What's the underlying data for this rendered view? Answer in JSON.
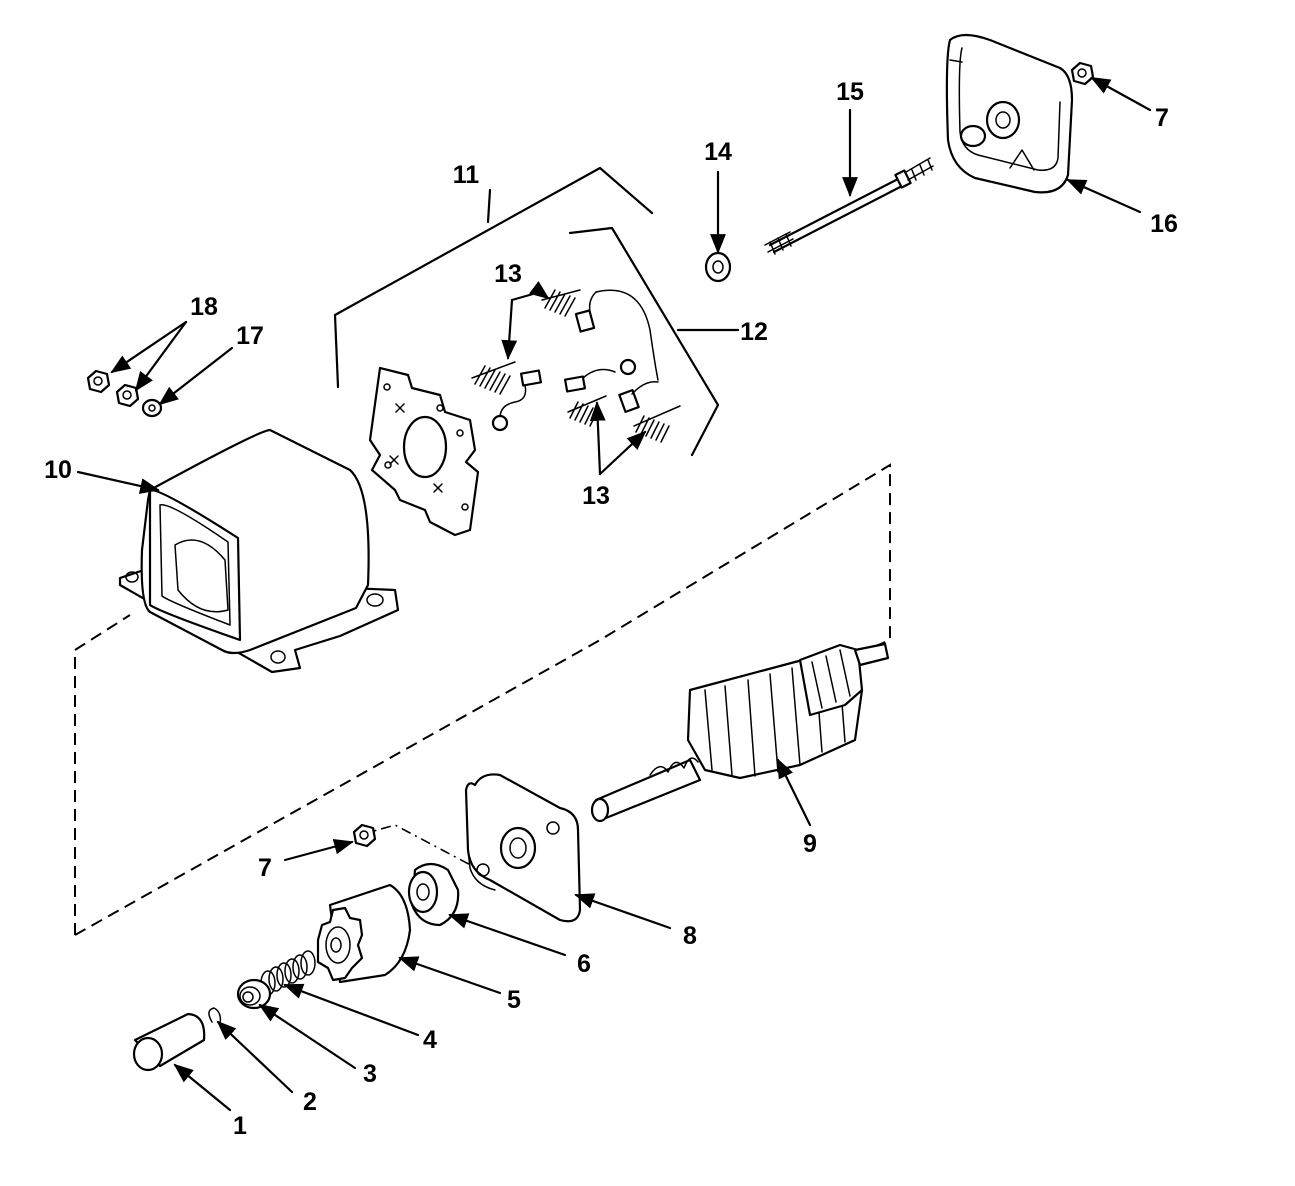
{
  "callouts": {
    "c1": "1",
    "c2": "2",
    "c3": "3",
    "c4": "4",
    "c5": "5",
    "c6": "6",
    "c7a": "7",
    "c7b": "7",
    "c8": "8",
    "c9": "9",
    "c10": "10",
    "c11": "11",
    "c12": "12",
    "c13a": "13",
    "c13b": "13",
    "c14": "14",
    "c15": "15",
    "c16": "16",
    "c17": "17",
    "c18": "18"
  }
}
